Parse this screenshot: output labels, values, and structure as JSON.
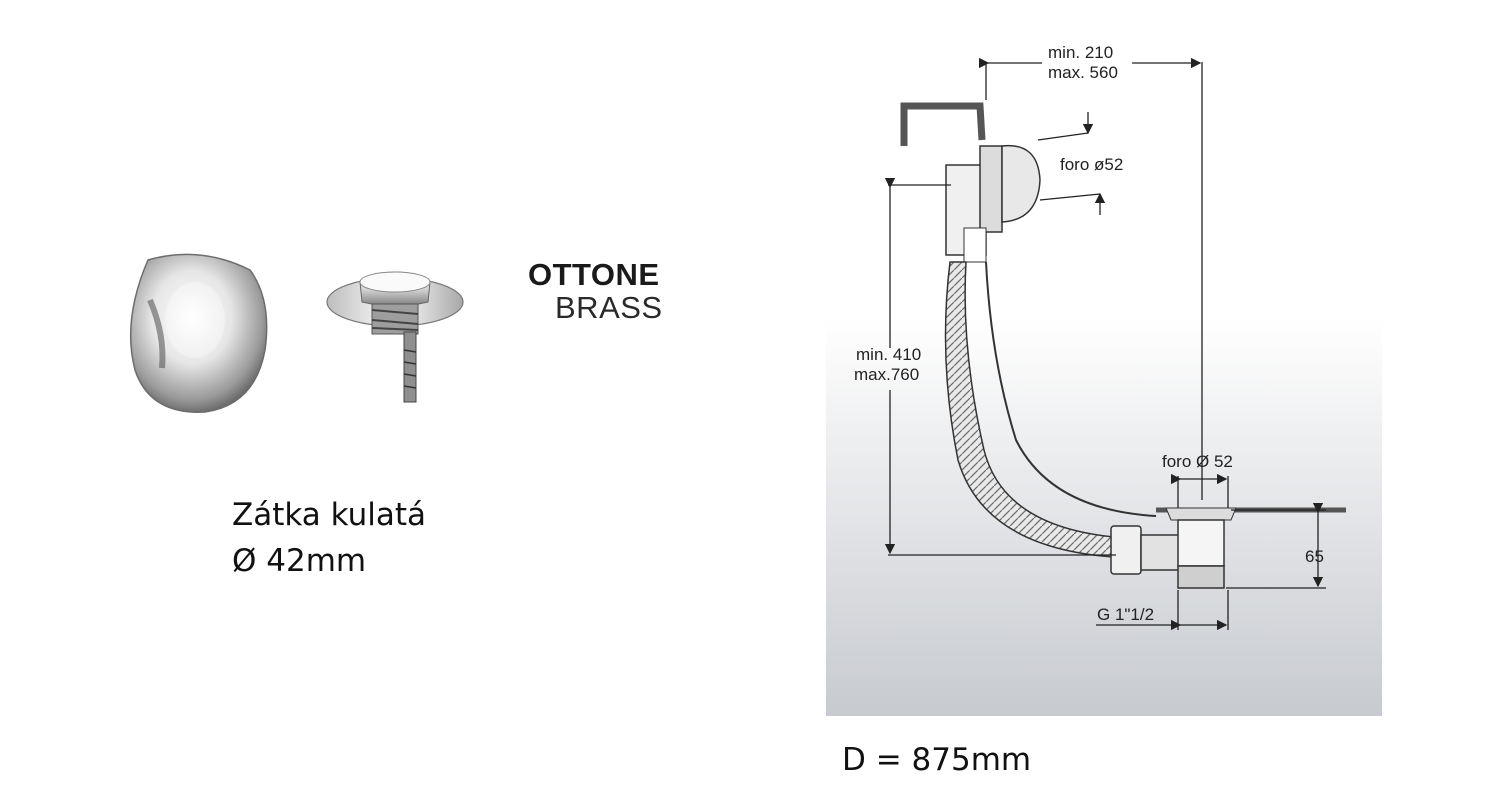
{
  "material": {
    "line1": "OTTONE",
    "line2": "BRASS"
  },
  "product": {
    "name": "Zátka kulatá",
    "diameter": "Ø 42mm"
  },
  "diagram": {
    "dim_top": {
      "min": "min. 210",
      "max": "max. 560"
    },
    "dim_overflow_hole": "foro ø52",
    "dim_height": {
      "min": "min. 410",
      "max": "max.760"
    },
    "dim_drain_hole": "foro Ø 52",
    "dim_depth": "65",
    "dim_thread": "G 1\"1/2"
  },
  "footer": {
    "length": "D = 875mm"
  },
  "colors": {
    "metal_dark": "#8a8a8a",
    "metal_light": "#f2f2f2",
    "panel_gradient_top": "#ffffff",
    "panel_gradient_bottom": "#c9ccd0"
  }
}
